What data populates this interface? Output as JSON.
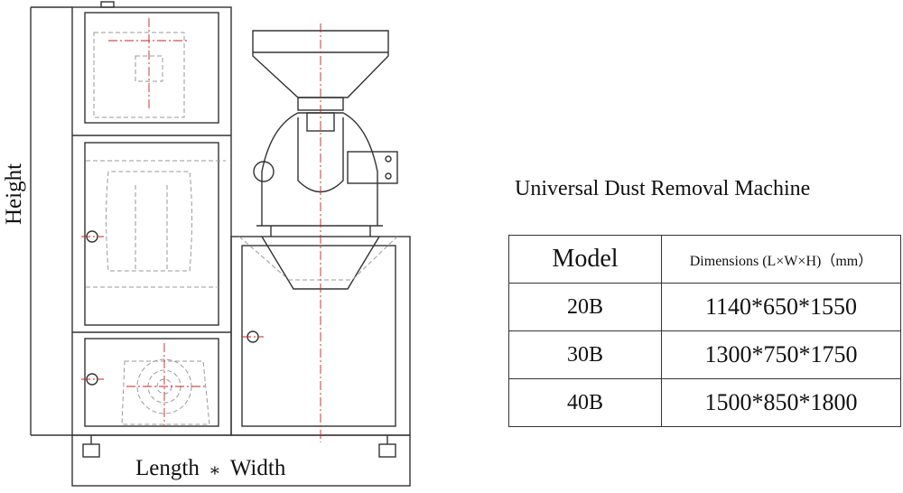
{
  "labels": {
    "height": "Height",
    "length": "Length",
    "separator": "⁎",
    "width": "Width"
  },
  "title": "Universal Dust Removal Machine",
  "table": {
    "headers": [
      "Model",
      "Dimensions (L×W×H)（mm）"
    ],
    "rows": [
      {
        "model": "20B",
        "dims": "1140*650*1550"
      },
      {
        "model": "30B",
        "dims": "1300*750*1750"
      },
      {
        "model": "40B",
        "dims": "1500*850*1800"
      }
    ]
  },
  "colors": {
    "line": "#333333",
    "hidden": "#9a9a9a",
    "center": "#cc2222"
  }
}
